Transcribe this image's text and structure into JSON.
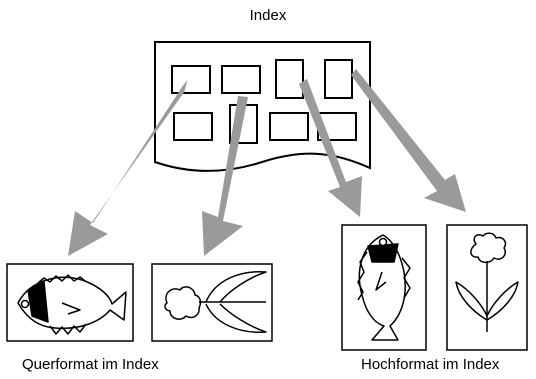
{
  "title": "Index",
  "captions": {
    "landscape": "Querformat im Index",
    "portrait": "Hochformat im Index"
  },
  "icons": {
    "landscape": [
      "fish-icon",
      "tulip-icon"
    ],
    "portrait": [
      "fish-icon",
      "tulip-icon"
    ]
  },
  "colors": {
    "arrow": "#9a9a9a",
    "line": "#000000",
    "background": "#ffffff"
  }
}
